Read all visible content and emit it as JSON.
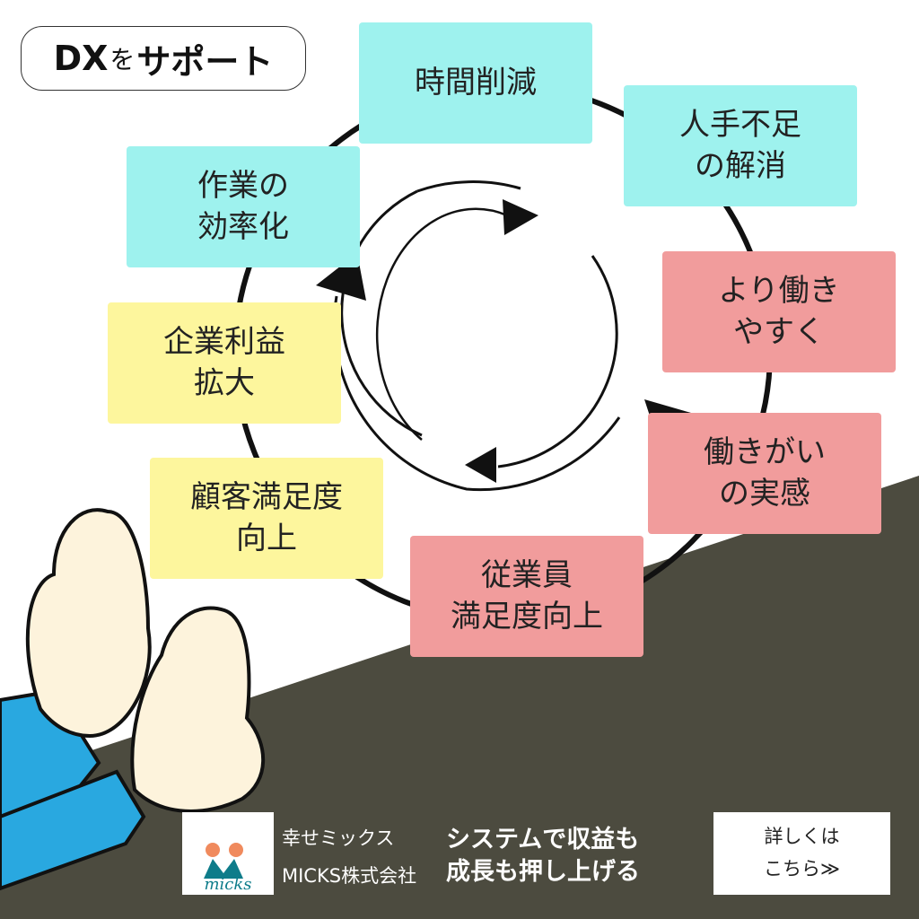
{
  "header": {
    "tag_latin": "DX",
    "tag_particle": "を",
    "tag_kana": "サポート"
  },
  "cycle": [
    {
      "label": "時間削減",
      "color": "cyan"
    },
    {
      "label": "人手不足\nの解消",
      "color": "cyan"
    },
    {
      "label": "より働き\nやすく",
      "color": "pink"
    },
    {
      "label": "働きがい\nの実感",
      "color": "pink"
    },
    {
      "label": "従業員\n満足度向上",
      "color": "pink"
    },
    {
      "label": "顧客満足度\n向上",
      "color": "yellow"
    },
    {
      "label": "企業利益\n拡大",
      "color": "yellow"
    },
    {
      "label": "作業の\n効率化",
      "color": "cyan"
    }
  ],
  "colors": {
    "cyan": "#9ef2ee",
    "pink": "#f19c9c",
    "yellow": "#fdf69d",
    "dark": "#4c4b3f",
    "sleeve": "#29a8e0"
  },
  "footer": {
    "logo_text": "micks",
    "company_jp": "幸せミックス",
    "company_en": "MICKS株式会社",
    "catch_line1": "システムで収益も",
    "catch_line2": "成長も押し上げる",
    "cta_line1": "詳しくは",
    "cta_line2": "こちら≫"
  }
}
